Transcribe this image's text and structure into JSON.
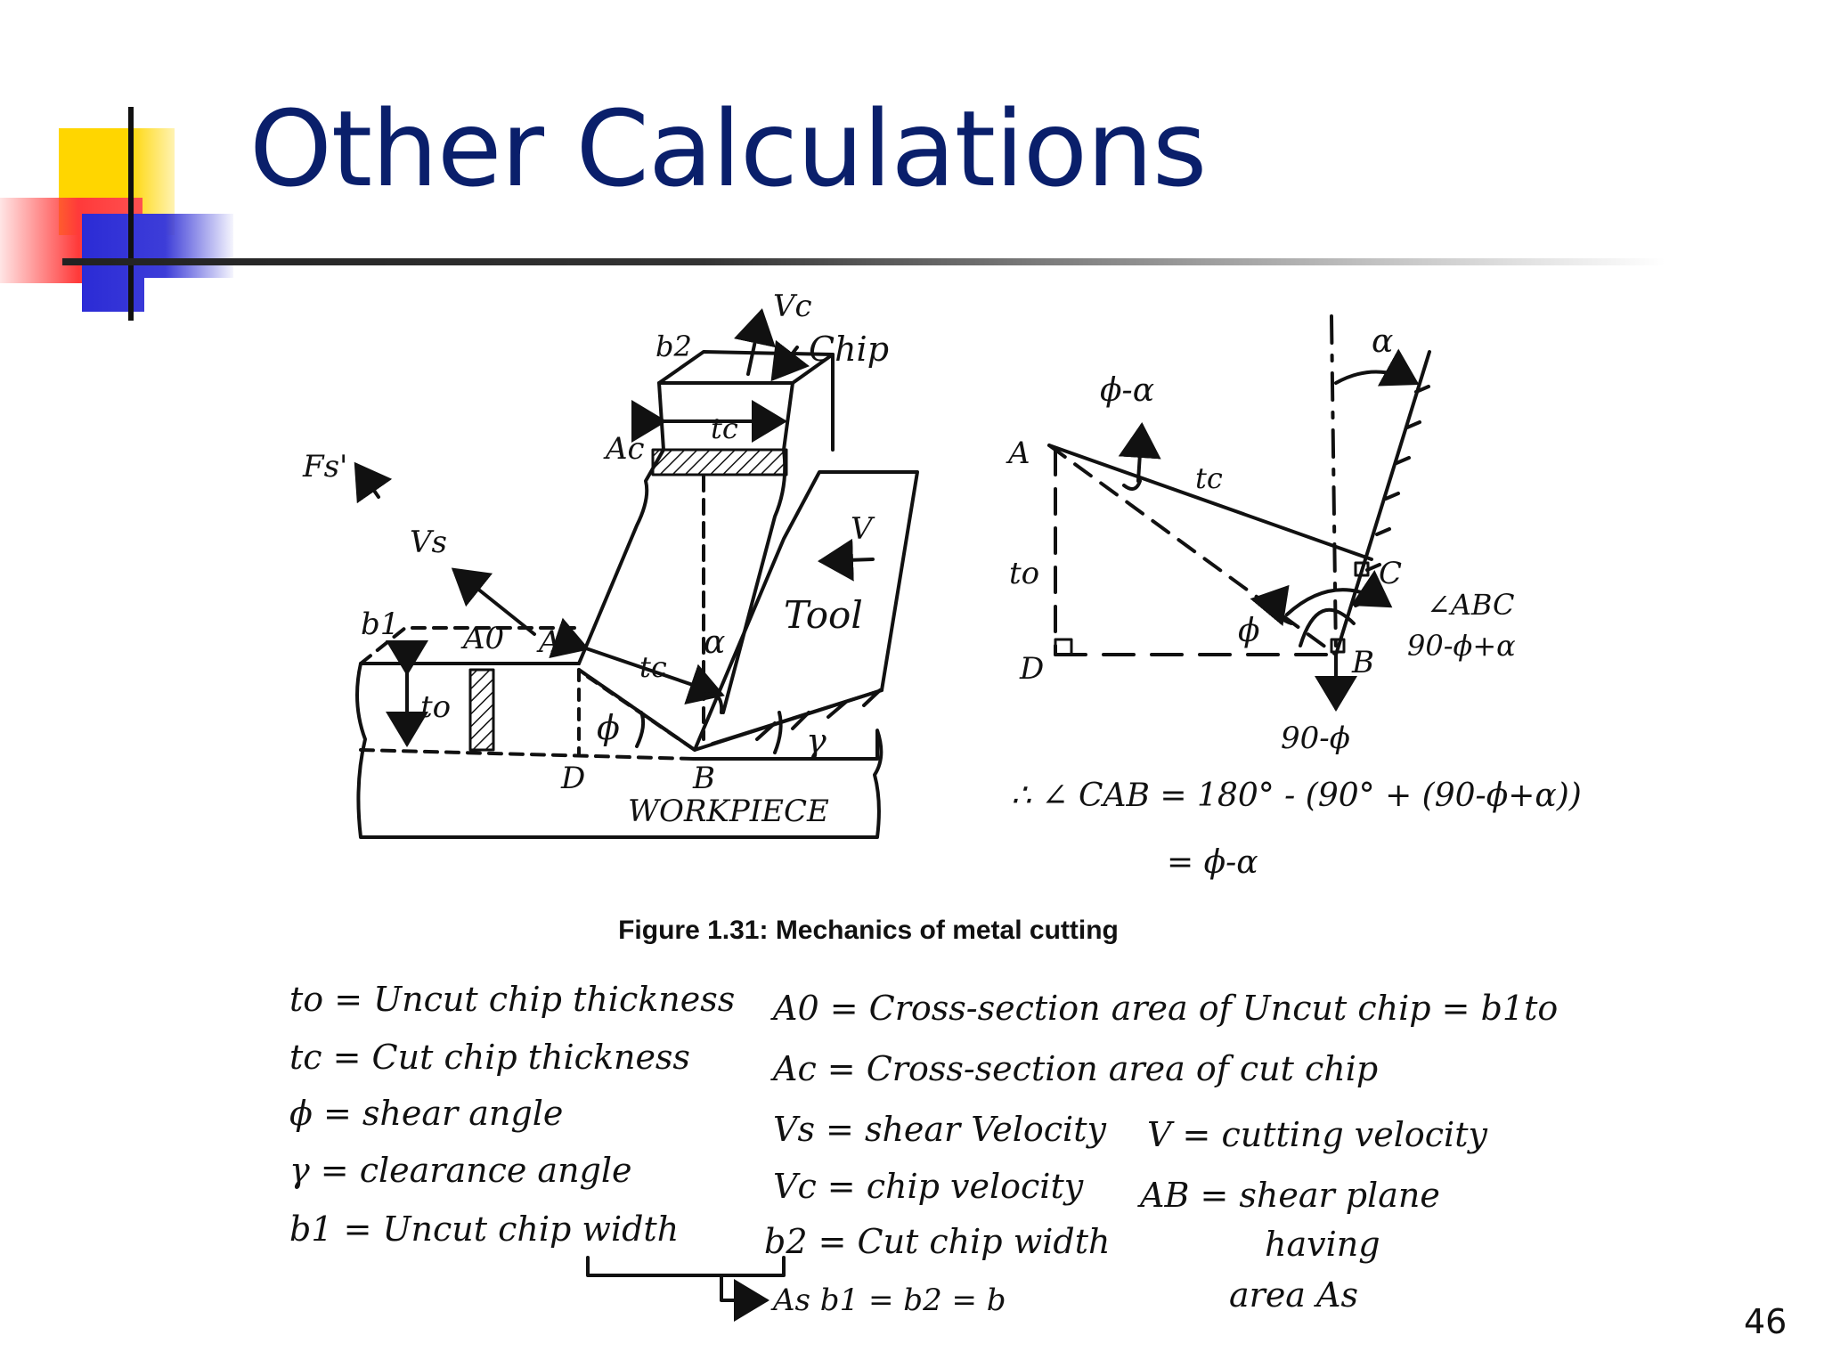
{
  "slide": {
    "title": "Other Calculations",
    "page_number": "46",
    "caption": "Figure 1.31: Mechanics of metal cutting"
  },
  "left_diagram": {
    "labels": {
      "fs": "Fs'",
      "vs": "Vs",
      "b2": "b2",
      "vc": "Vc",
      "chip": "Chip",
      "tc_top": "tc",
      "ac": "Ac",
      "v_tool": "V",
      "tool": "Tool",
      "b1": "b1",
      "a0": "A0",
      "a": "A",
      "to": "to",
      "tc_mid": "tc",
      "alpha": "α",
      "phi": "ϕ",
      "gamma": "γ",
      "d": "D",
      "b": "B",
      "workpiece": "WORKPIECE"
    }
  },
  "right_diagram": {
    "labels": {
      "phi_minus_alpha": "ϕ-α",
      "alpha": "α",
      "a": "A",
      "tc": "tc",
      "to": "to",
      "c": "C",
      "angle_abc": "∠ABC",
      "abc_value": "90-ϕ+α",
      "phi": "ϕ",
      "d": "D",
      "b": "B",
      "ninety_minus_phi": "90-ϕ"
    },
    "equation_line1": "∴ ∠ CAB = 180° - (90° + (90-ϕ+α))",
    "equation_line2": "= ϕ-α"
  },
  "legend": {
    "col1": [
      "to = Uncut chip thickness",
      "tc = Cut chip thickness",
      "ϕ = shear angle",
      "γ = clearance angle",
      "b1 = Uncut chip width"
    ],
    "col2": [
      "A0 = Cross-section area of Uncut chip = b1to",
      "Ac = Cross-section area of cut chip",
      "Vs = shear Velocity",
      "Vc = chip velocity",
      "b2 = Cut chip width"
    ],
    "col3": [
      "V = cutting velocity",
      "AB = shear plane",
      "having",
      "area As"
    ],
    "note": "As b1 = b2 = b"
  }
}
